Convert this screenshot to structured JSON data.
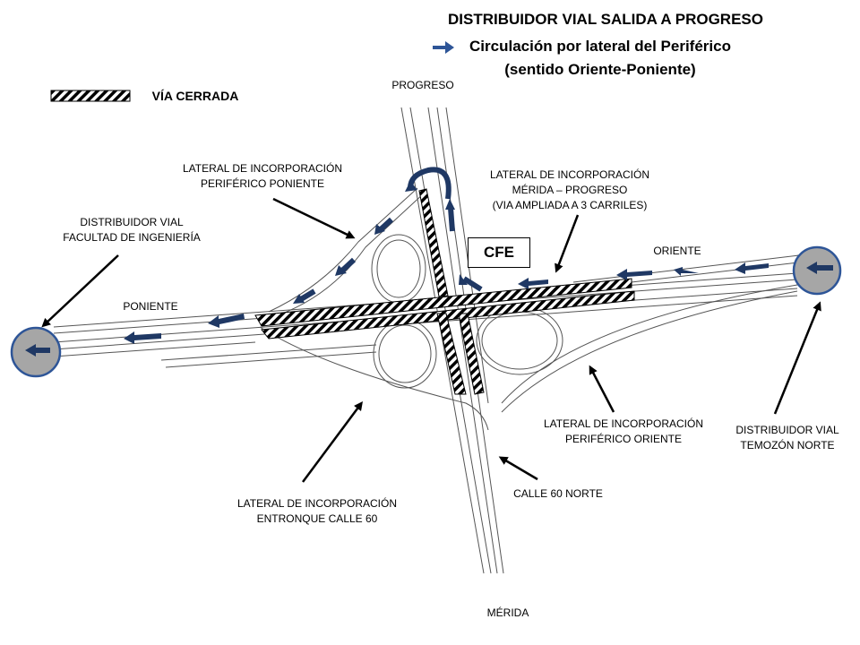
{
  "title": "DISTRIBUIDOR VIAL SALIDA A PROGRESO",
  "legend": {
    "flow_line1": "Circulación por lateral del Periférico",
    "flow_line2": "(sentido Oriente-Poniente)",
    "closed": "VÍA CERRADA",
    "flow_color": "#1F3864"
  },
  "places": {
    "progreso": "PROGRESO",
    "merida": "MÉRIDA",
    "oriente": "ORIENTE",
    "poniente": "PONIENTE",
    "cfe": "CFE",
    "calle60": "CALLE 60 NORTE"
  },
  "labels": {
    "lat_poniente": [
      "LATERAL DE INCORPORACIÓN",
      "PERIFÉRICO PONIENTE"
    ],
    "lat_merida": [
      "LATERAL DE INCORPORACIÓN",
      "MÉRIDA – PROGRESO",
      "(VIA AMPLIADA A 3 CARRILES)"
    ],
    "facultad": [
      "DISTRIBUIDOR VIAL",
      "FACULTAD DE INGENIERÍA"
    ],
    "lat_oriente": [
      "LATERAL DE INCORPORACIÓN",
      "PERIFÉRICO ORIENTE"
    ],
    "temozon": [
      "DISTRIBUIDOR VIAL",
      "TEMOZÓN NORTE"
    ],
    "lat_calle60": [
      "LATERAL DE INCORPORACIÓN",
      "ENTRONQUE CALLE 60"
    ]
  }
}
